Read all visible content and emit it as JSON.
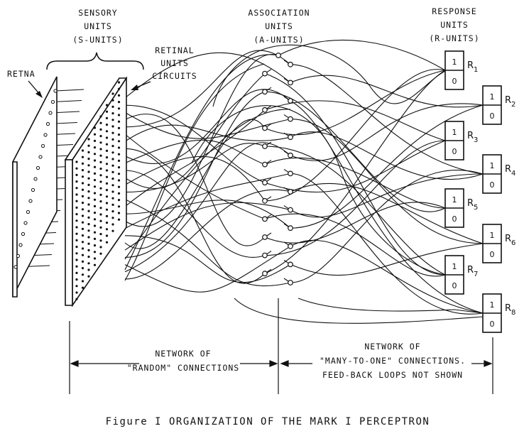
{
  "headers": {
    "sensory": [
      "SENSORY",
      "UNITS",
      "(S-UNITS)"
    ],
    "association": [
      "ASSOCIATION",
      "UNITS",
      "(A-UNITS)"
    ],
    "response": [
      "RESPONSE",
      "UNITS",
      "(R-UNITS)"
    ]
  },
  "labels": {
    "retina": "RETNA",
    "retinal_units": [
      "RETINAL",
      "UNITS",
      "CIRCUITS"
    ]
  },
  "response_units": [
    {
      "name": "R",
      "sub": "1",
      "top_bit": "1",
      "bottom_bit": "0"
    },
    {
      "name": "R",
      "sub": "2",
      "top_bit": "1",
      "bottom_bit": "0"
    },
    {
      "name": "R",
      "sub": "3",
      "top_bit": "1",
      "bottom_bit": "0"
    },
    {
      "name": "R",
      "sub": "4",
      "top_bit": "1",
      "bottom_bit": "0"
    },
    {
      "name": "R",
      "sub": "5",
      "top_bit": "1",
      "bottom_bit": "0"
    },
    {
      "name": "R",
      "sub": "6",
      "top_bit": "1",
      "bottom_bit": "0"
    },
    {
      "name": "R",
      "sub": "7",
      "top_bit": "1",
      "bottom_bit": "0"
    },
    {
      "name": "R",
      "sub": "8",
      "top_bit": "1",
      "bottom_bit": "0"
    }
  ],
  "networks": {
    "random": [
      "NETWORK OF",
      "\"RANDOM\" CONNECTIONS"
    ],
    "many_to_one": [
      "NETWORK OF",
      "\"MANY-TO-ONE\" CONNECTIONS.",
      "FEED-BACK LOOPS NOT SHOWN"
    ]
  },
  "caption": "Figure I  ORGANIZATION OF THE MARK I PERCEPTRON"
}
